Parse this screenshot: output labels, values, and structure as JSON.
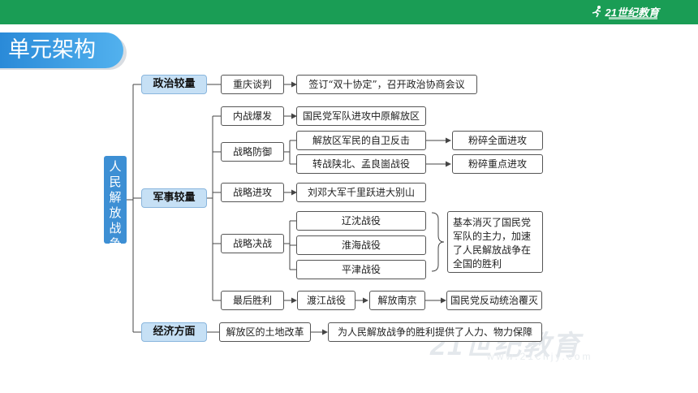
{
  "header": {
    "logo_text": "21世纪教育"
  },
  "section_title": "单元架构",
  "root": "人民解放战争",
  "categories": {
    "politics": "政治较量",
    "military": "军事较量",
    "economy": "经济方面"
  },
  "nodes": {
    "chongqing": "重庆谈判",
    "chongqing_result": "签订“双十协定”，召开政治协商会议",
    "civil_war": "内战爆发",
    "civil_war_detail": "国民党军队进攻中原解放区",
    "defense": "战略防御",
    "defense_a": "解放区军民的自卫反击",
    "defense_a_result": "粉碎全面进攻",
    "defense_b": "转战陕北、孟良崮战役",
    "defense_b_result": "粉碎重点进攻",
    "offense": "战略进攻",
    "offense_detail": "刘邓大军千里跃进大别山",
    "decisive": "战略决战",
    "liaoshen": "辽沈战役",
    "huaihai": "淮海战役",
    "pingjin": "平津战役",
    "decisive_result": "基本消灭了国民党军队的主力，加速了人民解放战争在全国的胜利",
    "final": "最后胜利",
    "crossing": "渡江战役",
    "nanjing": "解放南京",
    "final_result": "国民党反动统治覆灭",
    "land_reform": "解放区的土地改革",
    "land_reform_result": "为人民解放战争的胜利提供了人力、物力保障"
  },
  "watermark": "21世纪教育",
  "colors": {
    "topbar": "#1a9d55",
    "title_bg": "#3a9be0",
    "root_bg": "#3d8fd4",
    "category_bg": "#c6e0f5"
  }
}
